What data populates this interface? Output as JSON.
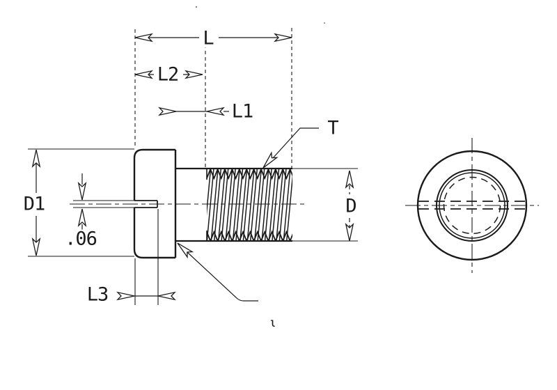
{
  "colors": {
    "ink": "#1a1a1a",
    "paper": "#ffffff"
  },
  "labels": {
    "overall_length": "L",
    "length_to_thread": "L2",
    "shank_length": "L1",
    "slot_depth": "L3",
    "head_diameter": "D1",
    "thread_diameter": "D",
    "thread_callout": "T",
    "slot_width": ".06",
    "stray_mark": "ι"
  }
}
